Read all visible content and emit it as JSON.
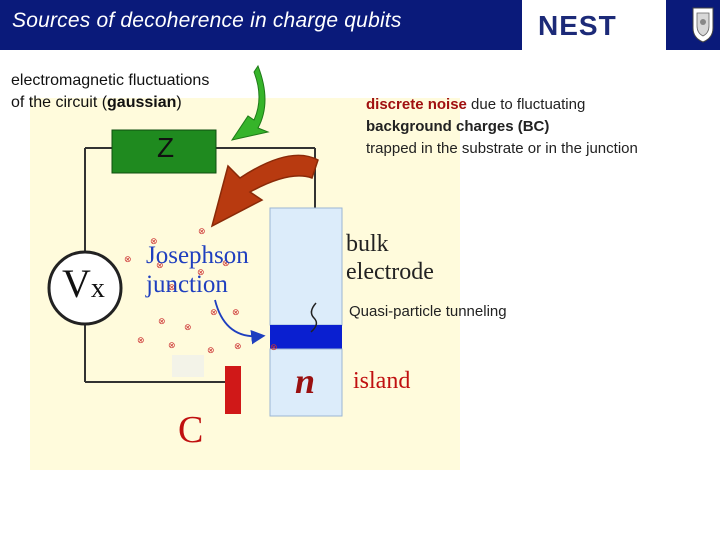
{
  "header": {
    "title": "Sources of decoherence in charge qubits",
    "logo_text": "NEST",
    "bg_color": "#0a1a7a"
  },
  "annotations": {
    "em_line1": "electromagnetic fluctuations",
    "em_line2_prefix": "of the circuit (",
    "em_line2_bold": "gaussian",
    "em_line2_suffix": ")",
    "noise_bold": "discrete noise",
    "noise_rest": " due to fluctuating",
    "noise_line2": "background charges (BC)",
    "noise_line3": "trapped in the substrate or in the junction",
    "quasiparticle": "Quasi-particle tunneling"
  },
  "circuit": {
    "impedance_label": "Z",
    "source_label": "V",
    "source_subscript": "x",
    "junction_line1": "Josephson",
    "junction_line2": "junction",
    "bulk_line1": "bulk",
    "bulk_line2": "electrode",
    "island_label": "island",
    "n_label": "n",
    "capacitor_label": "C"
  },
  "colors": {
    "impedance_box": "#1f8a1f",
    "junction_text": "#1f3fbf",
    "capacitor": "#d01818",
    "capacitor_label": "#c01010",
    "island_text": "#c01010",
    "n_text": "#9a1010",
    "curved_arrow": "#b83a10",
    "green_arrow": "#36b42a",
    "bulk_fill": "#dcecfa",
    "junction_bar": "#0a1fd0"
  }
}
